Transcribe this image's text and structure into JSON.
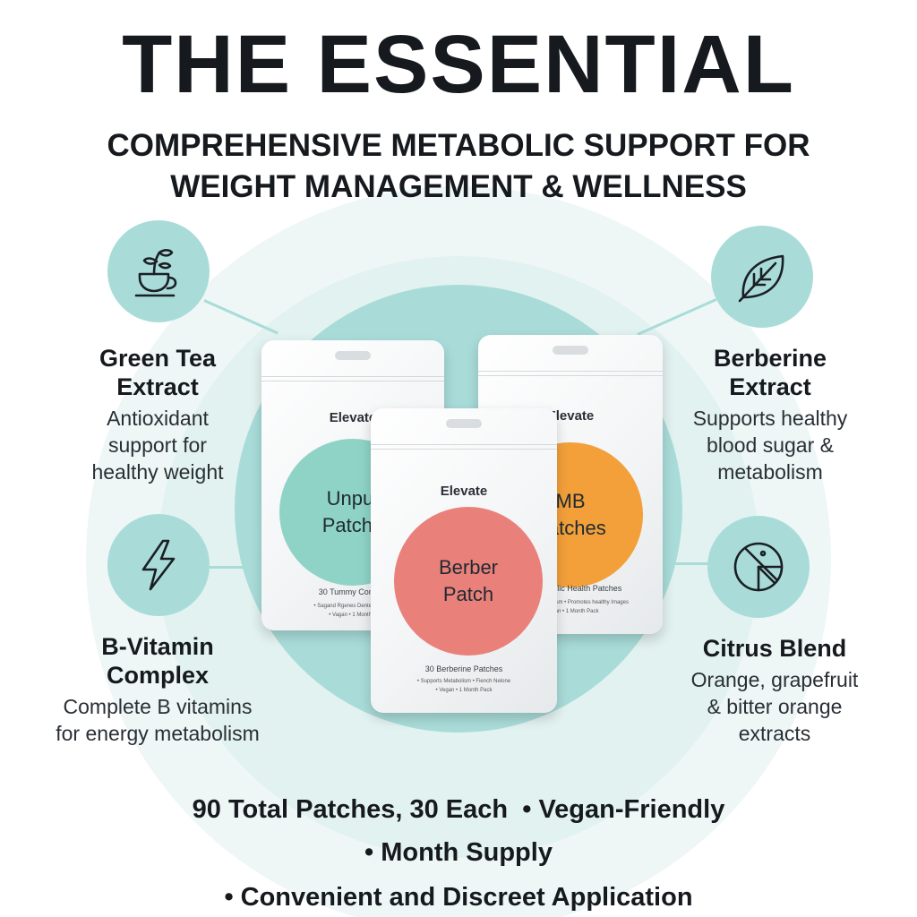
{
  "header": {
    "title": "THE ESSENTIAL",
    "subtitle_line1": "COMPREHENSIVE METABOLIC SUPPORT FOR",
    "subtitle_line2": "WEIGHT MANAGEMENT & WELLNESS"
  },
  "colors": {
    "accent_teal": "#a9dcd9",
    "pouch_teal": "#8fd3c7",
    "pouch_coral": "#e9807a",
    "pouch_orange": "#f3a03a",
    "text_dark": "#16191d"
  },
  "features": {
    "green_tea": {
      "icon": "tea-cup-icon",
      "name_line1": "Green Tea",
      "name_line2": "Extract",
      "desc_line1": "Antioxidant",
      "desc_line2": "support for",
      "desc_line3": "healthy weight"
    },
    "berberine": {
      "icon": "leaf-icon",
      "name_line1": "Berberine",
      "name_line2": "Extract",
      "desc_line1": "Supports healthy",
      "desc_line2": "blood sugar &",
      "desc_line3": "metabolism"
    },
    "b_vitamin": {
      "icon": "lightning-icon",
      "name_line1": "B-Vitamin",
      "name_line2": "Complex",
      "desc_line1": "Complete B vitamins",
      "desc_line2": "for energy metabolism"
    },
    "citrus": {
      "icon": "citrus-slice-icon",
      "name_line1": "Citrus Blend",
      "desc_line1": "Orange, grapefruit",
      "desc_line2": "& bitter orange",
      "desc_line3": "extracts"
    }
  },
  "products": {
    "left": {
      "brand": "Elevate",
      "label_line1": "Unput",
      "label_line2": "Patche",
      "count": "30 Tummy Comfort",
      "claims_line1": "• Sagand Rgenes Dentes • Supp",
      "claims_line2": "• Vagan • 1 Month S"
    },
    "center": {
      "brand": "Elevate",
      "label_line1": "Berber",
      "label_line2": "Patch",
      "count": "30 Berberine Patches",
      "claims_line1": "• Supports Metabolism • Fiench Nelone",
      "claims_line2": "• Vegan • 1 Month Pack"
    },
    "right": {
      "brand": "Elevate",
      "label_line1": "MB",
      "label_line2": "Patches",
      "count": "30 Metabolic Health Patches",
      "claims_line1": "• Healthy Metabolism • Promotes healthy Images",
      "claims_line2": "• Vegan • 1 Month Pack"
    }
  },
  "footer": {
    "line1": "90 Total Patches, 30 Each  • Vegan-Friendly",
    "line2": "• Month Supply",
    "line3": "• Convenient and Discreet Application"
  }
}
